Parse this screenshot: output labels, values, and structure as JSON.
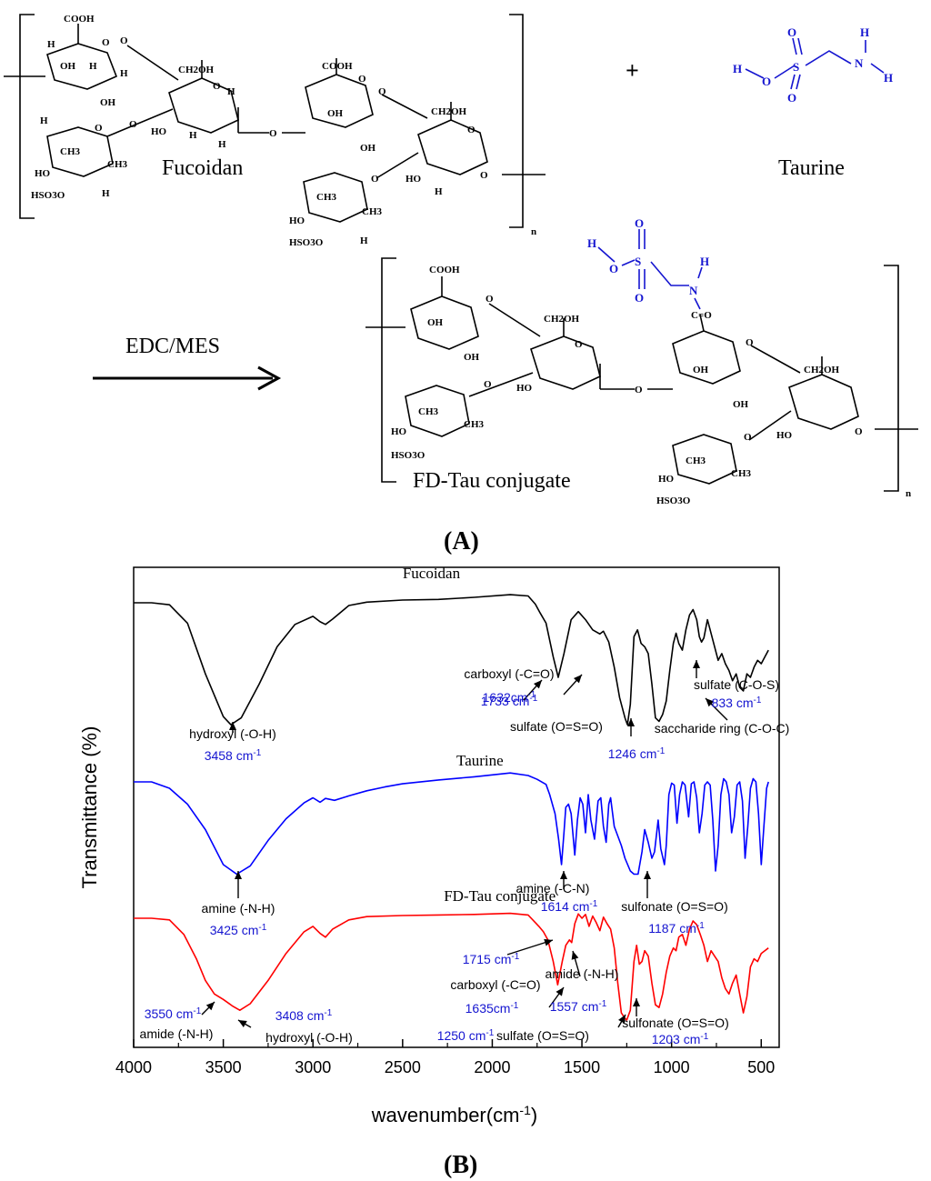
{
  "panel_a": {
    "label": "(A)",
    "reactant1": "Fucoidan",
    "reactant2": "Taurine",
    "plus": "+",
    "reagent": "EDC/MES",
    "product": "FD-Tau conjugate",
    "subscript_n": "n",
    "atoms": {
      "cooh": "COOH",
      "h": "H",
      "oh": "OH",
      "ho": "HO",
      "o": "O",
      "ch2oh": "CH2OH",
      "ch3": "CH3",
      "hso3o": "HSO3O",
      "s": "S",
      "n": "N",
      "co": "C=O"
    }
  },
  "panel_b": {
    "label": "(B)"
  },
  "chart_data": {
    "type": "line",
    "xlabel": "wavenumber(cm-1)",
    "ylabel": "Transmittance (%)",
    "xlim": [
      4000,
      400
    ],
    "x_reversed": true,
    "x_ticks": [
      4000,
      3500,
      3000,
      2500,
      2000,
      1500,
      1000,
      500
    ],
    "y_ticks_shown": false,
    "grid": false,
    "legend": "none",
    "series": [
      {
        "name": "Fucoidan",
        "color": "#000000",
        "points": [
          [
            4000,
            0.0
          ],
          [
            3900,
            0.0
          ],
          [
            3800,
            0.3
          ],
          [
            3700,
            3.0
          ],
          [
            3600,
            10.5
          ],
          [
            3500,
            16.8
          ],
          [
            3458,
            18.0
          ],
          [
            3400,
            17.0
          ],
          [
            3300,
            12.0
          ],
          [
            3200,
            6.5
          ],
          [
            3100,
            3.2
          ],
          [
            3000,
            2.0
          ],
          [
            2960,
            2.8
          ],
          [
            2930,
            3.2
          ],
          [
            2890,
            2.4
          ],
          [
            2800,
            0.4
          ],
          [
            2700,
            -0.1
          ],
          [
            2500,
            -0.4
          ],
          [
            2300,
            -0.5
          ],
          [
            2100,
            -0.8
          ],
          [
            1900,
            -1.2
          ],
          [
            1800,
            -1.0
          ],
          [
            1760,
            0.2
          ],
          [
            1733,
            1.5
          ],
          [
            1700,
            3.0
          ],
          [
            1660,
            8.0
          ],
          [
            1632,
            11.0
          ],
          [
            1600,
            7.5
          ],
          [
            1560,
            2.5
          ],
          [
            1520,
            1.3
          ],
          [
            1480,
            2.5
          ],
          [
            1440,
            4.0
          ],
          [
            1400,
            4.6
          ],
          [
            1380,
            4.2
          ],
          [
            1350,
            5.8
          ],
          [
            1320,
            9.5
          ],
          [
            1290,
            14.0
          ],
          [
            1260,
            17.0
          ],
          [
            1246,
            18.0
          ],
          [
            1230,
            15.0
          ],
          [
            1210,
            5.0
          ],
          [
            1190,
            4.0
          ],
          [
            1170,
            6.0
          ],
          [
            1150,
            6.5
          ],
          [
            1130,
            7.5
          ],
          [
            1110,
            12.0
          ],
          [
            1090,
            17.0
          ],
          [
            1070,
            17.5
          ],
          [
            1050,
            16.5
          ],
          [
            1030,
            14.5
          ],
          [
            1010,
            10.0
          ],
          [
            990,
            6.0
          ],
          [
            975,
            4.5
          ],
          [
            960,
            6.0
          ],
          [
            940,
            7.0
          ],
          [
            920,
            4.0
          ],
          [
            900,
            1.8
          ],
          [
            880,
            1.0
          ],
          [
            860,
            2.5
          ],
          [
            845,
            5.0
          ],
          [
            833,
            5.8
          ],
          [
            820,
            5.2
          ],
          [
            800,
            2.5
          ],
          [
            785,
            4.0
          ],
          [
            765,
            6.0
          ],
          [
            740,
            8.5
          ],
          [
            720,
            7.5
          ],
          [
            700,
            9.0
          ],
          [
            680,
            10.0
          ],
          [
            660,
            11.5
          ],
          [
            640,
            10.5
          ],
          [
            620,
            12.5
          ],
          [
            600,
            13.0
          ],
          [
            580,
            10.5
          ],
          [
            560,
            11.0
          ],
          [
            540,
            9.5
          ],
          [
            520,
            8.5
          ],
          [
            500,
            9.0
          ],
          [
            480,
            8.0
          ],
          [
            460,
            7.0
          ]
        ]
      },
      {
        "name": "Taurine",
        "color": "#0000ff",
        "points": [
          [
            4000,
            0.0
          ],
          [
            3900,
            0.0
          ],
          [
            3800,
            1.0
          ],
          [
            3700,
            3.5
          ],
          [
            3600,
            7.5
          ],
          [
            3500,
            13.0
          ],
          [
            3425,
            14.5
          ],
          [
            3350,
            13.2
          ],
          [
            3250,
            9.2
          ],
          [
            3150,
            5.8
          ],
          [
            3050,
            3.3
          ],
          [
            3000,
            2.5
          ],
          [
            2960,
            3.2
          ],
          [
            2930,
            2.6
          ],
          [
            2880,
            2.9
          ],
          [
            2800,
            2.2
          ],
          [
            2700,
            1.4
          ],
          [
            2600,
            0.8
          ],
          [
            2500,
            0.3
          ],
          [
            2300,
            -0.3
          ],
          [
            2100,
            -0.8
          ],
          [
            1900,
            -1.4
          ],
          [
            1800,
            -1.0
          ],
          [
            1750,
            -0.4
          ],
          [
            1700,
            0.4
          ],
          [
            1680,
            2.0
          ],
          [
            1650,
            5.0
          ],
          [
            1630,
            9.0
          ],
          [
            1614,
            13.0
          ],
          [
            1600,
            8.0
          ],
          [
            1590,
            4.0
          ],
          [
            1575,
            3.5
          ],
          [
            1560,
            5.0
          ],
          [
            1540,
            11.5
          ],
          [
            1525,
            6.0
          ],
          [
            1510,
            2.5
          ],
          [
            1495,
            3.5
          ],
          [
            1480,
            8.0
          ],
          [
            1465,
            2.0
          ],
          [
            1450,
            6.0
          ],
          [
            1430,
            9.0
          ],
          [
            1410,
            3.0
          ],
          [
            1395,
            2.5
          ],
          [
            1380,
            7.0
          ],
          [
            1365,
            9.5
          ],
          [
            1350,
            3.5
          ],
          [
            1340,
            2.5
          ],
          [
            1320,
            7.0
          ],
          [
            1300,
            8.5
          ],
          [
            1280,
            10.0
          ],
          [
            1260,
            12.0
          ],
          [
            1230,
            14.0
          ],
          [
            1210,
            14.5
          ],
          [
            1187,
            14.5
          ],
          [
            1165,
            11.0
          ],
          [
            1150,
            7.5
          ],
          [
            1130,
            9.5
          ],
          [
            1110,
            12.0
          ],
          [
            1095,
            11.0
          ],
          [
            1075,
            6.0
          ],
          [
            1060,
            10.5
          ],
          [
            1040,
            13.0
          ],
          [
            1030,
            10.0
          ],
          [
            1015,
            2.0
          ],
          [
            1000,
            0.2
          ],
          [
            985,
            0.5
          ],
          [
            970,
            6.5
          ],
          [
            955,
            2.0
          ],
          [
            940,
            0.0
          ],
          [
            925,
            0.5
          ],
          [
            905,
            5.5
          ],
          [
            890,
            0.3
          ],
          [
            875,
            0.0
          ],
          [
            860,
            2.5
          ],
          [
            845,
            8.0
          ],
          [
            830,
            5.0
          ],
          [
            815,
            0.5
          ],
          [
            800,
            0.0
          ],
          [
            785,
            0.5
          ],
          [
            770,
            6.0
          ],
          [
            755,
            14.0
          ],
          [
            740,
            10.0
          ],
          [
            725,
            2.0
          ],
          [
            710,
            -0.5
          ],
          [
            695,
            0.0
          ],
          [
            680,
            2.0
          ],
          [
            665,
            8.0
          ],
          [
            650,
            5.5
          ],
          [
            635,
            0.5
          ],
          [
            620,
            0.0
          ],
          [
            605,
            3.0
          ],
          [
            590,
            12.0
          ],
          [
            575,
            7.0
          ],
          [
            560,
            1.0
          ],
          [
            545,
            -0.5
          ],
          [
            530,
            0.0
          ],
          [
            515,
            5.0
          ],
          [
            500,
            13.0
          ],
          [
            485,
            7.0
          ],
          [
            470,
            1.0
          ],
          [
            460,
            0.0
          ]
        ]
      },
      {
        "name": "FD-Tau conjugate",
        "color": "#ff0000",
        "points": [
          [
            4000,
            0.0
          ],
          [
            3900,
            0.0
          ],
          [
            3800,
            0.3
          ],
          [
            3720,
            3.0
          ],
          [
            3650,
            7.5
          ],
          [
            3600,
            11.5
          ],
          [
            3550,
            14.0
          ],
          [
            3500,
            15.0
          ],
          [
            3450,
            16.2
          ],
          [
            3408,
            17.0
          ],
          [
            3350,
            15.8
          ],
          [
            3250,
            11.5
          ],
          [
            3150,
            6.5
          ],
          [
            3050,
            2.5
          ],
          [
            3000,
            1.5
          ],
          [
            2960,
            2.8
          ],
          [
            2930,
            3.5
          ],
          [
            2890,
            2.0
          ],
          [
            2800,
            0.3
          ],
          [
            2700,
            -0.3
          ],
          [
            2500,
            -0.5
          ],
          [
            2300,
            -0.6
          ],
          [
            2100,
            -0.7
          ],
          [
            1900,
            -0.9
          ],
          [
            1800,
            -0.6
          ],
          [
            1740,
            1.5
          ],
          [
            1715,
            2.5
          ],
          [
            1690,
            4.0
          ],
          [
            1660,
            8.0
          ],
          [
            1635,
            12.3
          ],
          [
            1610,
            8.0
          ],
          [
            1590,
            5.0
          ],
          [
            1570,
            4.0
          ],
          [
            1557,
            4.5
          ],
          [
            1540,
            1.0
          ],
          [
            1520,
            -0.8
          ],
          [
            1500,
            0.0
          ],
          [
            1480,
            -0.7
          ],
          [
            1460,
            1.5
          ],
          [
            1440,
            -0.4
          ],
          [
            1420,
            0.8
          ],
          [
            1400,
            2.3
          ],
          [
            1380,
            -0.2
          ],
          [
            1360,
            1.0
          ],
          [
            1340,
            2.0
          ],
          [
            1320,
            5.5
          ],
          [
            1300,
            12.0
          ],
          [
            1280,
            17.5
          ],
          [
            1260,
            18.5
          ],
          [
            1250,
            18.8
          ],
          [
            1230,
            17.0
          ],
          [
            1210,
            8.0
          ],
          [
            1195,
            5.0
          ],
          [
            1180,
            8.5
          ],
          [
            1165,
            8.0
          ],
          [
            1150,
            6.0
          ],
          [
            1130,
            7.0
          ],
          [
            1110,
            12.0
          ],
          [
            1090,
            16.0
          ],
          [
            1070,
            16.5
          ],
          [
            1050,
            14.0
          ],
          [
            1030,
            10.0
          ],
          [
            1010,
            7.0
          ],
          [
            990,
            5.5
          ],
          [
            975,
            6.0
          ],
          [
            960,
            3.5
          ],
          [
            940,
            3.0
          ],
          [
            920,
            5.0
          ],
          [
            900,
            2.0
          ],
          [
            880,
            0.5
          ],
          [
            860,
            1.2
          ],
          [
            840,
            3.0
          ],
          [
            820,
            5.0
          ],
          [
            800,
            8.0
          ],
          [
            780,
            6.0
          ],
          [
            760,
            7.0
          ],
          [
            740,
            8.0
          ],
          [
            720,
            11.0
          ],
          [
            700,
            13.0
          ],
          [
            680,
            14.0
          ],
          [
            660,
            12.0
          ],
          [
            640,
            10.5
          ],
          [
            620,
            14.0
          ],
          [
            600,
            17.5
          ],
          [
            580,
            14.5
          ],
          [
            560,
            9.0
          ],
          [
            540,
            7.5
          ],
          [
            520,
            8.0
          ],
          [
            500,
            6.5
          ],
          [
            480,
            6.0
          ],
          [
            460,
            5.5
          ]
        ]
      }
    ],
    "series_labels": [
      {
        "text": "Fucoidan",
        "x": 2500,
        "series": 0,
        "offset": -3.2
      },
      {
        "text": "Taurine",
        "x": 2200,
        "series": 1,
        "offset": -2.0
      },
      {
        "text": "FD-Tau conjugate",
        "x": 2270,
        "series": 2,
        "offset": -2.6
      }
    ],
    "annotations": [
      {
        "label": "hydroxyl (-O-H)",
        "value": "3458 cm-1",
        "series": 0,
        "x": 3458
      },
      {
        "label": "",
        "value": "1733 cm-1",
        "series": 0,
        "x": 1733
      },
      {
        "label": "carboxyl (-C=O)",
        "value": "1632cm-1",
        "series": 0,
        "x": 1632
      },
      {
        "label": "sulfate (O=S=O)",
        "value": "1246 cm-1",
        "series": 0,
        "x": 1246
      },
      {
        "label": "saccharide ring  (C-O-C)",
        "value": "",
        "series": 0,
        "x": 1050
      },
      {
        "label": "sulfate (C-O-S)",
        "value": "833 cm-1",
        "series": 0,
        "x": 833
      },
      {
        "label": "amine (-N-H)",
        "value": "3425 cm-1",
        "series": 1,
        "x": 3425
      },
      {
        "label": "amine (-C-N)",
        "value": "1614 cm-1",
        "series": 1,
        "x": 1614
      },
      {
        "label": "sulfonate (O=S=O)",
        "value": "1187 cm-1",
        "series": 1,
        "x": 1187
      },
      {
        "label": "amide (-N-H)",
        "value": "3550 cm-1",
        "series": 2,
        "x": 3550
      },
      {
        "label": "hydroxyl (-O-H)",
        "value": "3408 cm-1",
        "series": 2,
        "x": 3408
      },
      {
        "label": "",
        "value": "1715 cm-1",
        "series": 2,
        "x": 1715
      },
      {
        "label": "carboxyl (-C=O)",
        "value": "1635cm-1",
        "series": 2,
        "x": 1635
      },
      {
        "label": "amide (-N-H)",
        "value": "1557 cm-1",
        "series": 2,
        "x": 1557
      },
      {
        "label": "sulfate (O=S=O)",
        "value": "1250 cm-1",
        "series": 2,
        "x": 1250
      },
      {
        "label": "sulfonate (O=S=O)",
        "value": "1203 cm-1",
        "series": 2,
        "x": 1203
      }
    ],
    "colors": {
      "annotation_value": "#1515d0",
      "label": "#000000"
    }
  }
}
